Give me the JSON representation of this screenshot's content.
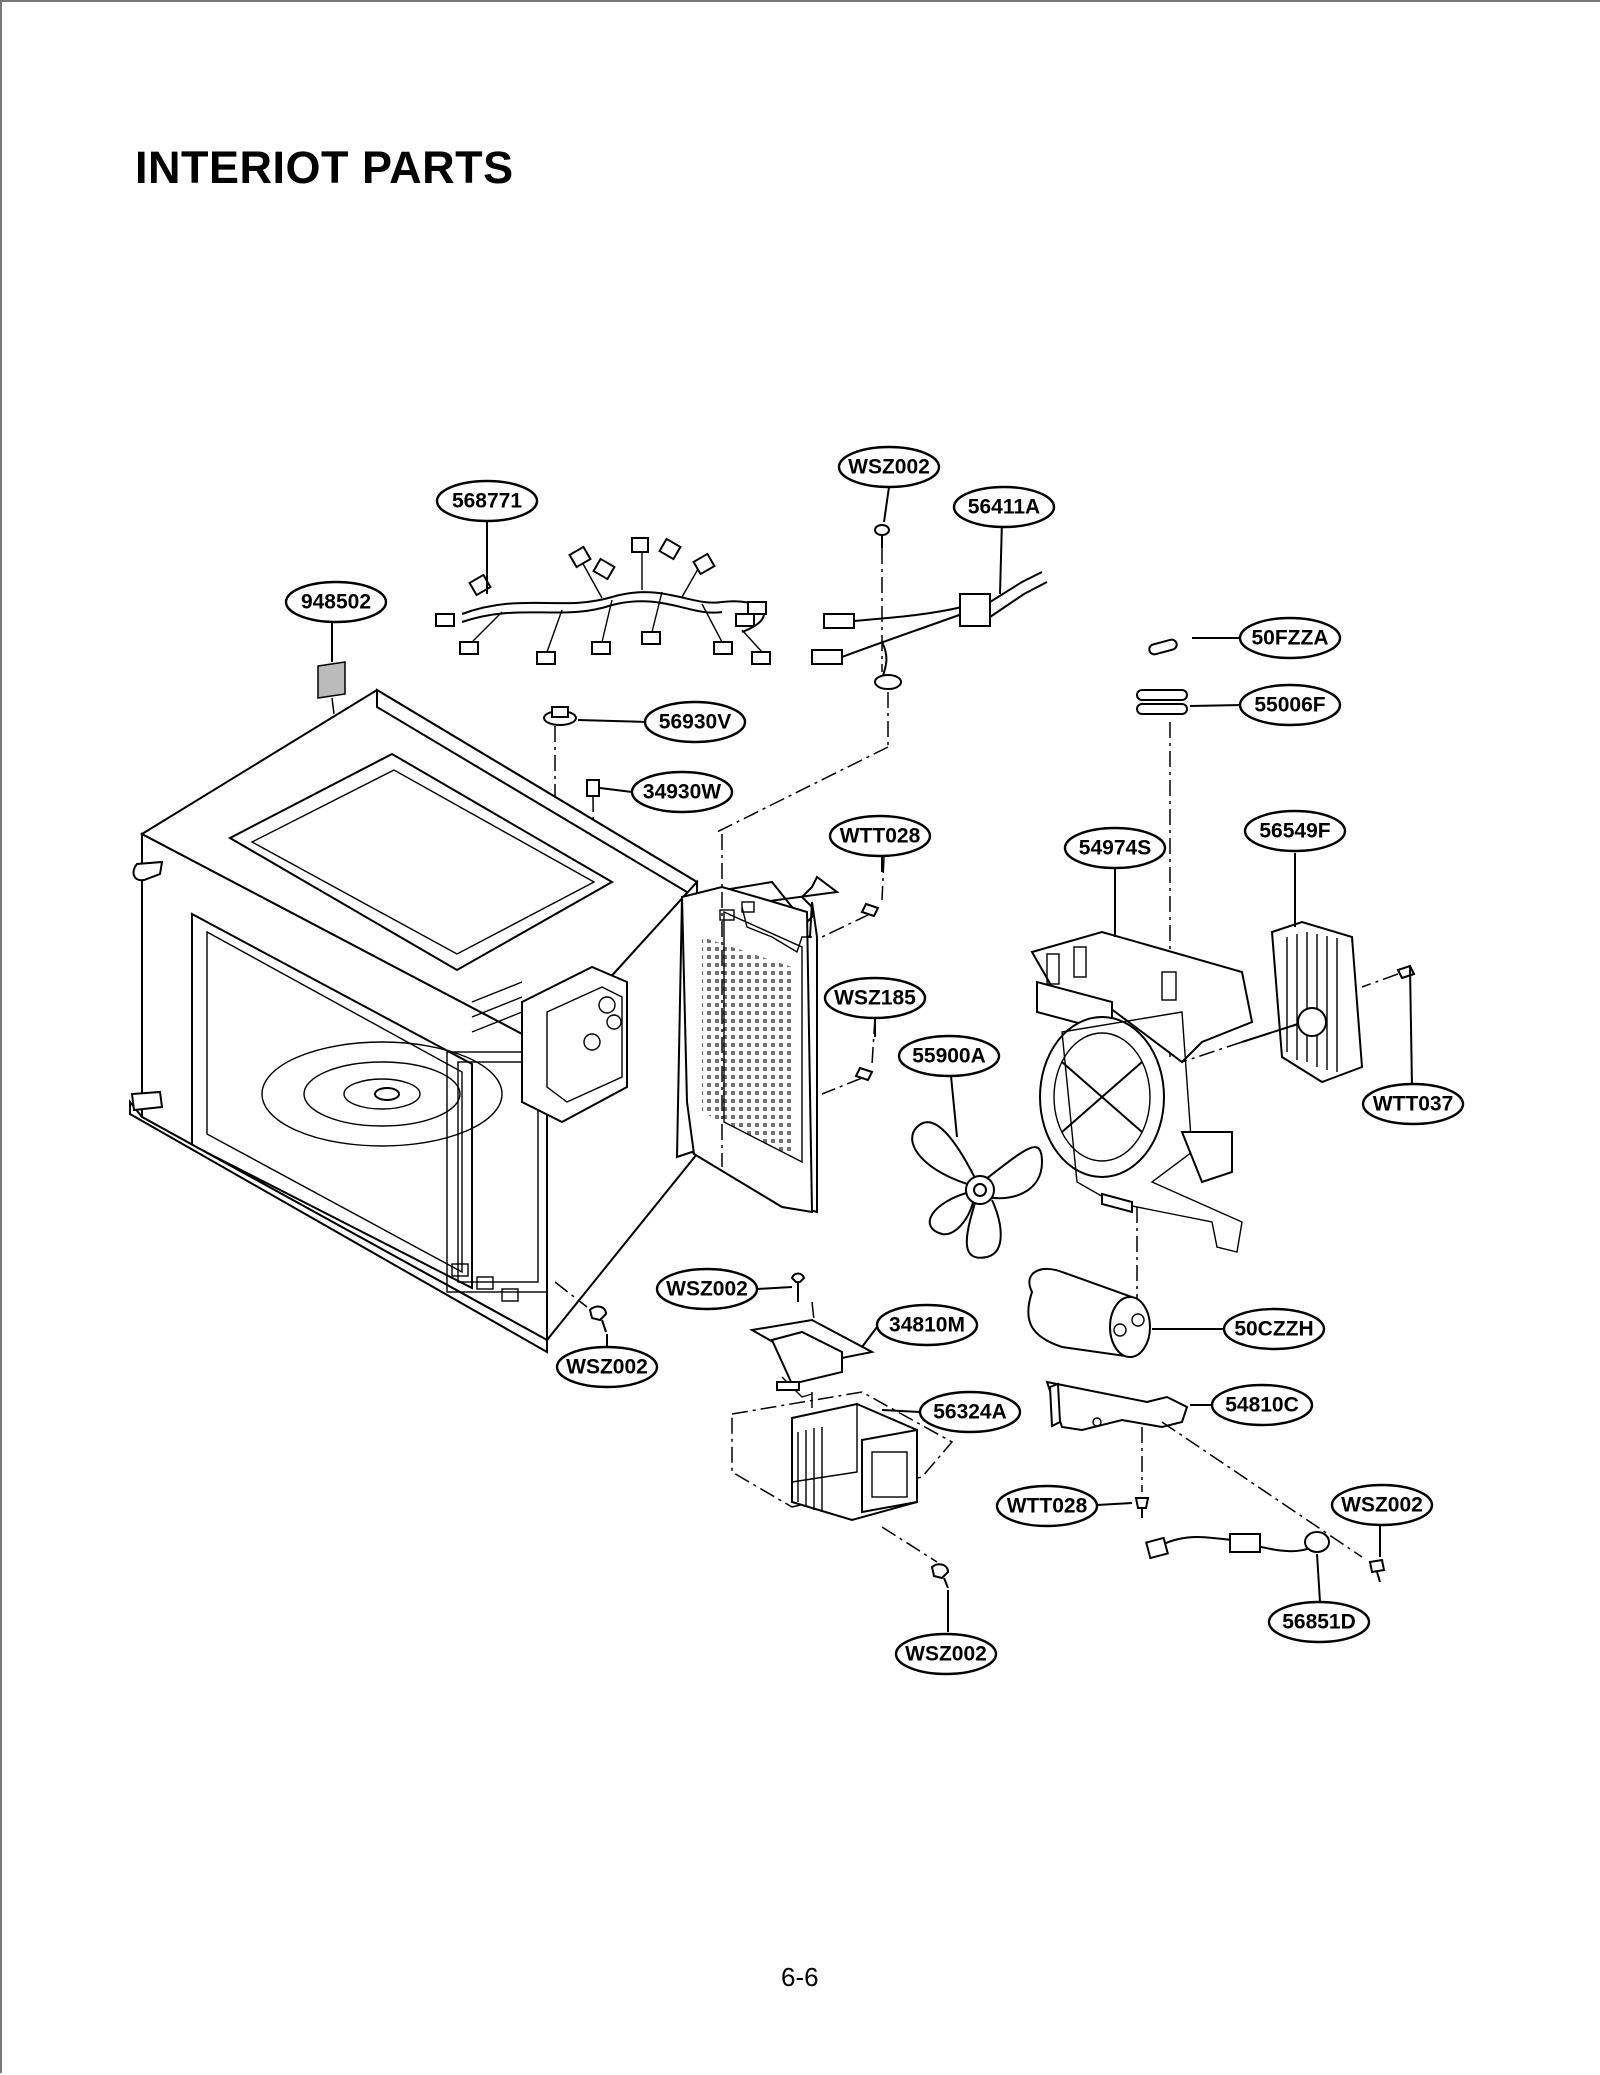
{
  "page": {
    "title": "INTERIOT PARTS",
    "page_number": "6-6"
  },
  "callouts": [
    {
      "id": "c-568771",
      "label": "568771"
    },
    {
      "id": "c-wsz002-top",
      "label": "WSZ002"
    },
    {
      "id": "c-56411a",
      "label": "56411A"
    },
    {
      "id": "c-948502",
      "label": "948502"
    },
    {
      "id": "c-50fzza",
      "label": "50FZZA"
    },
    {
      "id": "c-55006f",
      "label": "55006F"
    },
    {
      "id": "c-56930v",
      "label": "56930V"
    },
    {
      "id": "c-34930w",
      "label": "34930W"
    },
    {
      "id": "c-wtt028-top",
      "label": "WTT028"
    },
    {
      "id": "c-54974s",
      "label": "54974S"
    },
    {
      "id": "c-56549f",
      "label": "56549F"
    },
    {
      "id": "c-wsz185",
      "label": "WSZ185"
    },
    {
      "id": "c-55900a",
      "label": "55900A"
    },
    {
      "id": "c-wtt037",
      "label": "WTT037"
    },
    {
      "id": "c-wsz002-mid",
      "label": "WSZ002"
    },
    {
      "id": "c-34810m",
      "label": "34810M"
    },
    {
      "id": "c-50czzh",
      "label": "50CZZH"
    },
    {
      "id": "c-wsz002-left",
      "label": "WSZ002"
    },
    {
      "id": "c-56324a",
      "label": "56324A"
    },
    {
      "id": "c-54810c",
      "label": "54810C"
    },
    {
      "id": "c-wtt028-bottom",
      "label": "WTT028"
    },
    {
      "id": "c-wsz002-right",
      "label": "WSZ002"
    },
    {
      "id": "c-56851d",
      "label": "56851D"
    },
    {
      "id": "c-wsz002-bottom",
      "label": "WSZ002"
    }
  ]
}
